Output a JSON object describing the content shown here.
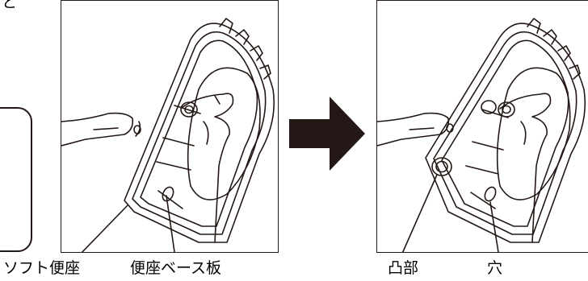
{
  "top_fragment": "と",
  "labels": {
    "soft_seat": "ソフト便座",
    "seat_base_plate": "便座ベース板",
    "convex_part": "凸部",
    "hole": "穴"
  },
  "colors": {
    "line": "#231815",
    "arrow": "#231815",
    "background": "#ffffff"
  },
  "icons": {
    "arrow": "right-arrow-icon"
  }
}
